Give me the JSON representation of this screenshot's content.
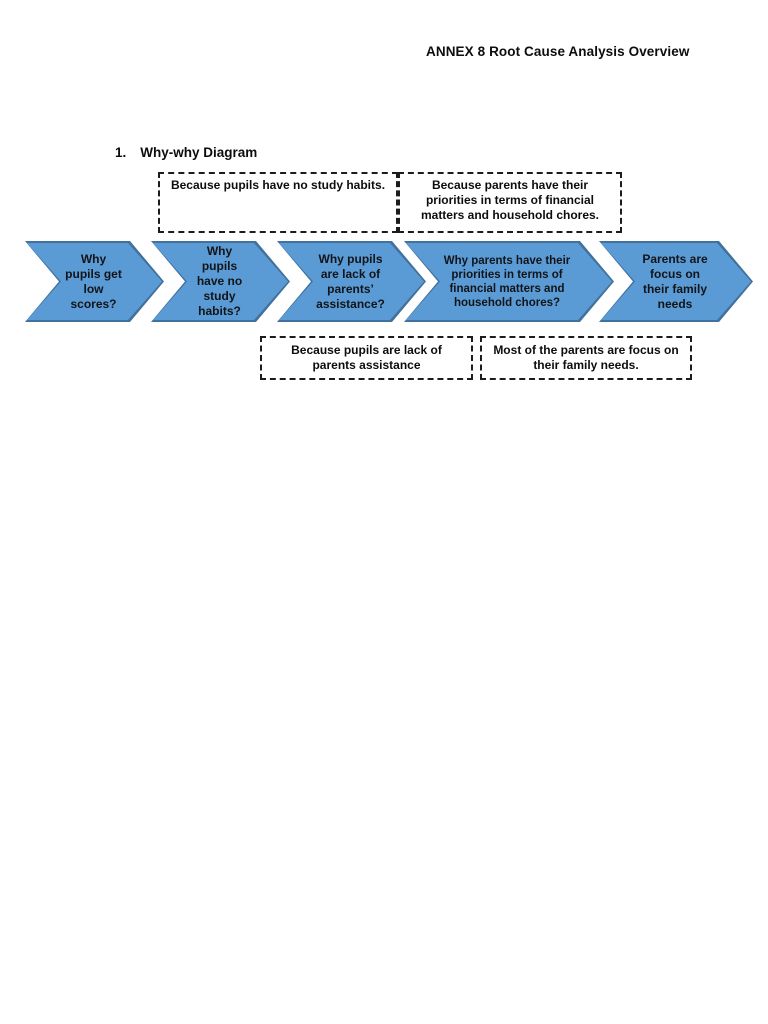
{
  "page": {
    "title": "ANNEX 8 Root Cause Analysis Overview",
    "heading_number": "1.",
    "heading_text": "Why-why Diagram"
  },
  "colors": {
    "arrow_fill": "#5B9BD5",
    "arrow_border": "#41719C",
    "dashed_border": "#1c1c1c",
    "text": "#0d0d0d",
    "page_background": "#ffffff"
  },
  "diagram": {
    "type": "why-why-chain",
    "arrows": [
      {
        "label": "Why pupils get low scores?"
      },
      {
        "label": "Why pupils have no study habits?"
      },
      {
        "label": "Why pupils are lack of parents’ assistance?"
      },
      {
        "label": "Why parents have their priorities in terms of financial matters and household chores?"
      },
      {
        "label": "Parents are focus on their family needs"
      }
    ],
    "top_answers": [
      {
        "text": "Because pupils have no study habits."
      },
      {
        "text": "Because parents have their priorities in terms of financial matters and household chores."
      }
    ],
    "bottom_answers": [
      {
        "text": "Because pupils are lack of parents assistance"
      },
      {
        "text": "Most of the parents are focus on their family needs."
      }
    ]
  }
}
